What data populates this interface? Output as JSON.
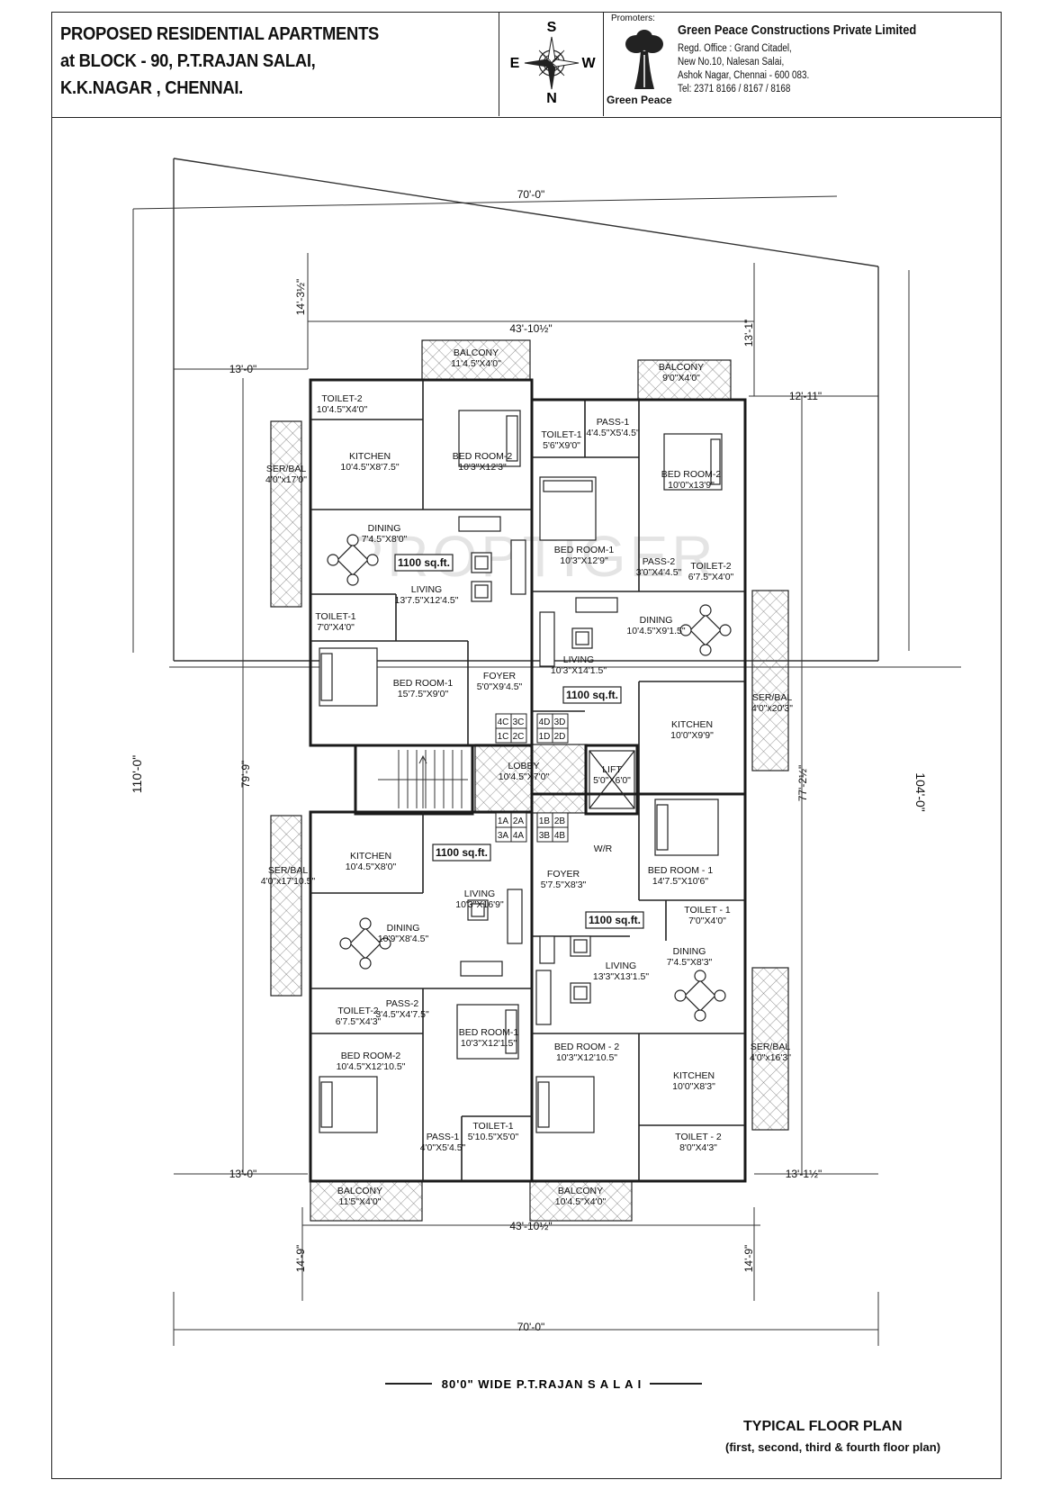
{
  "title": {
    "line1": "PROPOSED RESIDENTIAL APARTMENTS",
    "line2": "at BLOCK - 90, P.T.RAJAN SALAI,",
    "line3": "K.K.NAGAR , CHENNAI."
  },
  "compass": {
    "top": "S",
    "left": "E",
    "right": "W",
    "bottom": "N"
  },
  "promoter": {
    "label": "Promoters:",
    "logo_caption": "Green Peace",
    "company": "Green Peace Constructions Private Limited",
    "address": [
      "Regd. Office : Grand Citadel,",
      "New No.10, Nalesan Salai,",
      "Ashok Nagar, Chennai - 600 083.",
      "Tel: 2371 8166 / 8167 / 8168"
    ]
  },
  "watermark": "PROPTIGER",
  "dimensions": {
    "top_total": "70'-0\"",
    "bottom_total": "70'-0\"",
    "top_inner": "43'-10½\"",
    "bottom_inner": "43'-10½\"",
    "top_left_setback": "14'-3½\"",
    "top_right_setback": "13'-1\"",
    "left_upper": "13'-0\"",
    "right_upper": "12'-11\"",
    "left_lower": "13'-0\"",
    "right_lower": "13'-1½\"",
    "bottom_left_setback": "14'-9\"",
    "bottom_right_setback": "14'-9\"",
    "left_total": "110'-0\"",
    "right_total": "104'-0\"",
    "left_building": "79'-9\"",
    "right_building": "77'-2½\""
  },
  "road_label": "80'0\"  WIDE  P.T.RAJAN  S A L A I",
  "rooms": {
    "ul_balcony": "BALCONY",
    "ul_balcony_size": "11'4.5\"X4'0\"",
    "ul_toilet2": "TOILET-2",
    "ul_toilet2_size": "10'4.5\"X4'0\"",
    "ul_kitchen": "KITCHEN",
    "ul_kitchen_size": "10'4.5\"X8'7.5\"",
    "ul_serbal": "SER/BAL",
    "ul_serbal_size": "4'0\"x17'0\"",
    "ul_bed2": "BED ROOM-2",
    "ul_bed2_size": "10'3\"X12'3\"",
    "ul_dining": "DINING",
    "ul_dining_size": "7'4.5\"X8'0\"",
    "ul_area": "1100 sq.ft.",
    "ul_living": "LIVING",
    "ul_living_size": "13'7.5\"X12'4.5\"",
    "ul_toilet1": "TOILET-1",
    "ul_toilet1_size": "7'0\"X4'0\"",
    "ul_bed1": "BED ROOM-1",
    "ul_bed1_size": "15'7.5\"X9'0\"",
    "ul_foyer": "FOYER",
    "ul_foyer_size": "5'0\"X9'4.5\"",
    "ur_balcony": "BALCONY",
    "ur_balcony_size": "9'0\"X4'0\"",
    "ur_toilet1": "TOILET-1",
    "ur_toilet1_size": "5'6\"X9'0\"",
    "ur_pass1": "PASS-1",
    "ur_pass1_size": "4'4.5\"X5'4.5\"",
    "ur_bed2": "BED ROOM-2",
    "ur_bed2_size": "10'0\"x13'9\"",
    "ur_bed1": "BED ROOM-1",
    "ur_bed1_size": "10'3\"X12'9\"",
    "ur_pass2": "PASS-2",
    "ur_pass2_size": "3'0\"X4'4.5\"",
    "ur_toilet2": "TOILET-2",
    "ur_toilet2_size": "6'7.5\"X4'0\"",
    "ur_dining": "DINING",
    "ur_dining_size": "10'4.5\"X9'1.5\"",
    "ur_living": "LIVING",
    "ur_living_size": "10'3\"X14'1.5\"",
    "ur_area": "1100 sq.ft.",
    "ur_serbal": "SER/BAL",
    "ur_serbal_size": "4'0\"x20'3\"",
    "ur_kitchen": "KITCHEN",
    "ur_kitchen_size": "10'0\"X9'9\"",
    "lobby": "LOBBY",
    "lobby_size": "10'4.5\"X7'0\"",
    "lift": "LIFT",
    "lift_size": "5'0\"X6'0\"",
    "wr": "W/R",
    "ll_kitchen": "KITCHEN",
    "ll_kitchen_size": "10'4.5\"X8'0\"",
    "ll_serbal": "SER/BAL",
    "ll_serbal_size": "4'0\"x17'10.5\"",
    "ll_area": "1100 sq.ft.",
    "ll_living": "LIVING",
    "ll_living_size": "10'3\"X16'9\"",
    "ll_dining": "DINING",
    "ll_dining_size": "10'9\"X8'4.5\"",
    "ll_toilet2": "TOILET-2",
    "ll_toilet2_size": "6'7.5\"X4'3\"",
    "ll_pass2": "PASS-2",
    "ll_pass2_size": "3'4.5\"X4'7.5\"",
    "ll_bed1": "BED ROOM-1",
    "ll_bed1_size": "10'3\"X12'1.5\"",
    "ll_bed2": "BED ROOM-2",
    "ll_bed2_size": "10'4.5\"X12'10.5\"",
    "ll_pass1": "PASS-1",
    "ll_pass1_size": "4'0\"X5'4.5\"",
    "ll_toilet1": "TOILET-1",
    "ll_toilet1_size": "5'10.5\"X5'0\"",
    "ll_balcony": "BALCONY",
    "ll_balcony_size": "11'5\"X4'0\"",
    "lr_foyer": "FOYER",
    "lr_foyer_size": "5'7.5\"X8'3\"",
    "lr_bed1": "BED ROOM - 1",
    "lr_bed1_size": "14'7.5\"X10'6\"",
    "lr_area": "1100 sq.ft.",
    "lr_toilet1": "TOILET - 1",
    "lr_toilet1_size": "7'0\"X4'0\"",
    "lr_dining": "DINING",
    "lr_dining_size": "7'4.5\"X8'3\"",
    "lr_living": "LIVING",
    "lr_living_size": "13'3\"X13'1.5\"",
    "lr_bed2": "BED ROOM - 2",
    "lr_bed2_size": "10'3\"X12'10.5\"",
    "lr_serbal": "SER/BAL",
    "lr_serbal_size": "4'0\"x16'3\"",
    "lr_kitchen": "KITCHEN",
    "lr_kitchen_size": "10'0\"X8'3\"",
    "lr_toilet2": "TOILET - 2",
    "lr_toilet2_size": "8'0\"X4'3\"",
    "lr_balcony": "BALCONY",
    "lr_balcony_size": "10'4.5\"X4'0\""
  },
  "flat_labels": {
    "nw": [
      "4C",
      "3C",
      "1C",
      "2C"
    ],
    "ne": [
      "4D",
      "3D",
      "1D",
      "2D"
    ],
    "sw": [
      "1A",
      "2A",
      "3A",
      "4A"
    ],
    "se": [
      "1B",
      "2B",
      "3B",
      "4B"
    ]
  },
  "caption": {
    "title": "TYPICAL FLOOR PLAN",
    "subtitle": "(first, second, third & fourth floor plan)"
  }
}
